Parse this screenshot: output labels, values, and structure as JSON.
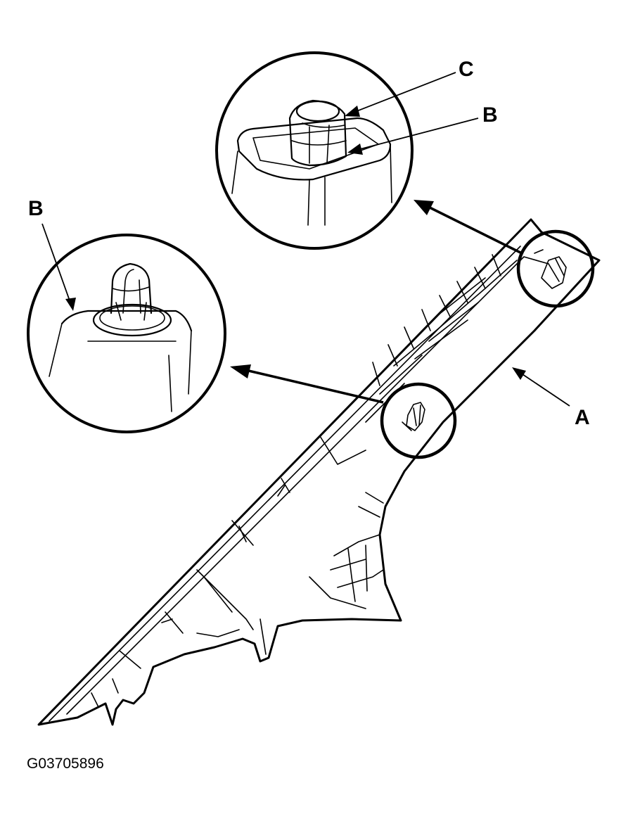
{
  "diagram": {
    "figure_id": "G03705896",
    "callouts": {
      "a": "A",
      "b_left": "B",
      "b_right": "B",
      "c": "C"
    }
  }
}
